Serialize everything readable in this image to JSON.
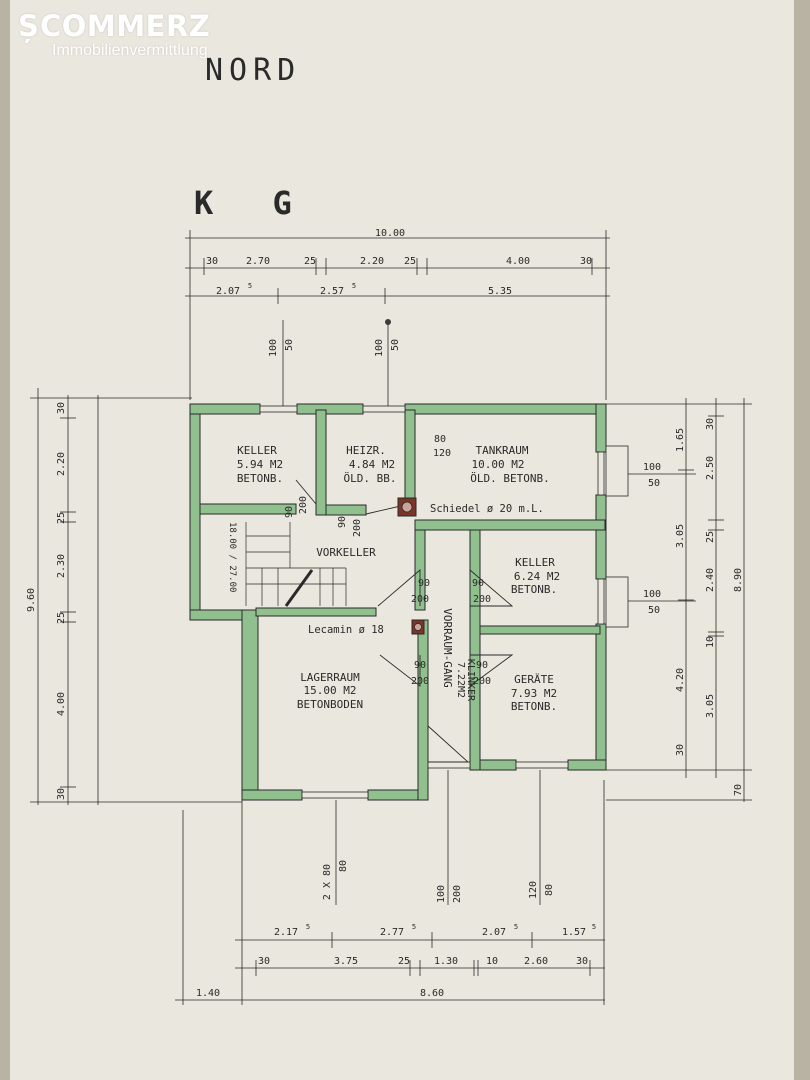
{
  "watermark": {
    "brand": "COMMERZ",
    "subtitle": "Immobilienvermittlung",
    "icon": "sparkasse-s-icon"
  },
  "plan": {
    "north_label": "NORD",
    "floor_label": "K G",
    "rooms": {
      "keller1": {
        "name": "KELLER",
        "area": "5.94 M2",
        "floor": "BETONB."
      },
      "heizr": {
        "name": "HEIZR.",
        "area": "4.84 M2",
        "floor": "ÖLD. BB."
      },
      "tankraum": {
        "name": "TANKRAUM",
        "area": "10.00 M2",
        "floor": "ÖLD. BETONB."
      },
      "vorkeller": {
        "name": "VORKELLER"
      },
      "keller2": {
        "name": "KELLER",
        "area": "6.24 M2",
        "floor": "BETONB."
      },
      "lagerraum": {
        "name": "LAGERRAUM",
        "area": "15.00 M2",
        "floor": "BETONBODEN"
      },
      "geraete": {
        "name": "GERÄTE",
        "area": "7.93 M2",
        "floor": "BETONB."
      },
      "vorraum": {
        "name": "VORRAUM-GANG",
        "area": "7.22M2",
        "floor": "KLINKER"
      }
    },
    "notes": {
      "schiedel": "Schiedel ø 20 m.L.",
      "lecamin": "Lecamin ø 18",
      "stairs": "18.00 / 27.00"
    },
    "top_dims": {
      "total": "10.00",
      "row1": [
        "30",
        "2.70",
        "25",
        "2.20",
        "25",
        "4.00",
        "30"
      ],
      "row2": [
        "2.07",
        "2.57",
        "5.35"
      ],
      "row2_sup": [
        "5",
        "5"
      ]
    },
    "bottom_dims": {
      "row1": [
        "2.17",
        "2.77",
        "2.07",
        "1.57"
      ],
      "row1_sup": [
        "5",
        "5",
        "5",
        "5"
      ],
      "row2": [
        "30",
        "3.75",
        "25",
        "1.30",
        "10",
        "2.60",
        "30"
      ],
      "total": "8.60",
      "offset": "1.40"
    },
    "left_dims": {
      "total": "9.60",
      "parts": [
        "30",
        "2.20",
        "25",
        "2.30",
        "25",
        "4.00",
        "30"
      ]
    },
    "right_dims": {
      "total": "8.90",
      "a": [
        "1.65",
        "3.05",
        "4.20",
        "30"
      ],
      "b": [
        "30",
        "2.50",
        "25",
        "2.40",
        "10",
        "3.05"
      ],
      "bottom": "70"
    },
    "openings": {
      "win_top_1": [
        "100",
        "50"
      ],
      "win_top_2": [
        "100",
        "50"
      ],
      "win_right_1": [
        "100",
        "50"
      ],
      "win_right_2": [
        "100",
        "50"
      ],
      "door_80_120": [
        "80",
        "120"
      ],
      "door_90_200": [
        "90",
        "200"
      ],
      "bottom_1": [
        "2 X 80",
        "80"
      ],
      "bottom_2": [
        "100",
        "200"
      ],
      "bottom_3": [
        "120",
        "80"
      ]
    },
    "colors": {
      "wall": "#8fc08e",
      "line": "#2a2a2a",
      "paper": "#e9e7de",
      "chimney": "#7a3428"
    }
  }
}
